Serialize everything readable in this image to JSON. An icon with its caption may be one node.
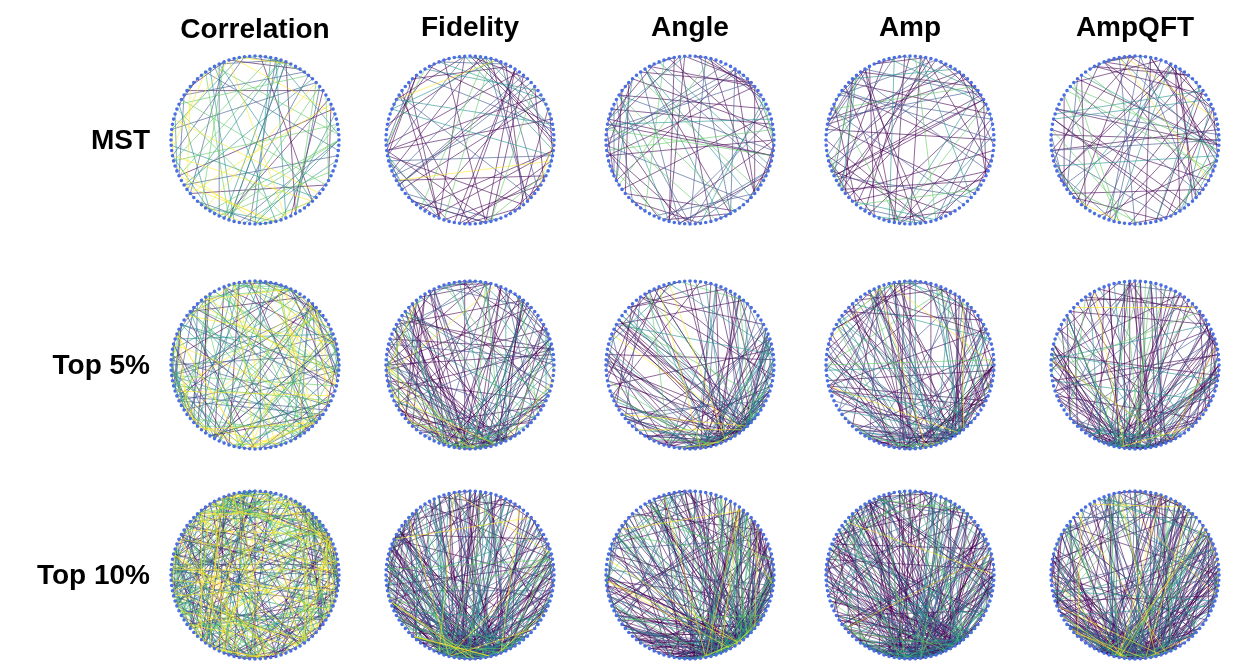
{
  "diagram": {
    "labels": [
      "Correlation",
      "Fidelity",
      "Angle",
      "Amp",
      "AmpQFT",
      "MST",
      "Top 5%",
      "Top 10%"
    ]
  }
}
